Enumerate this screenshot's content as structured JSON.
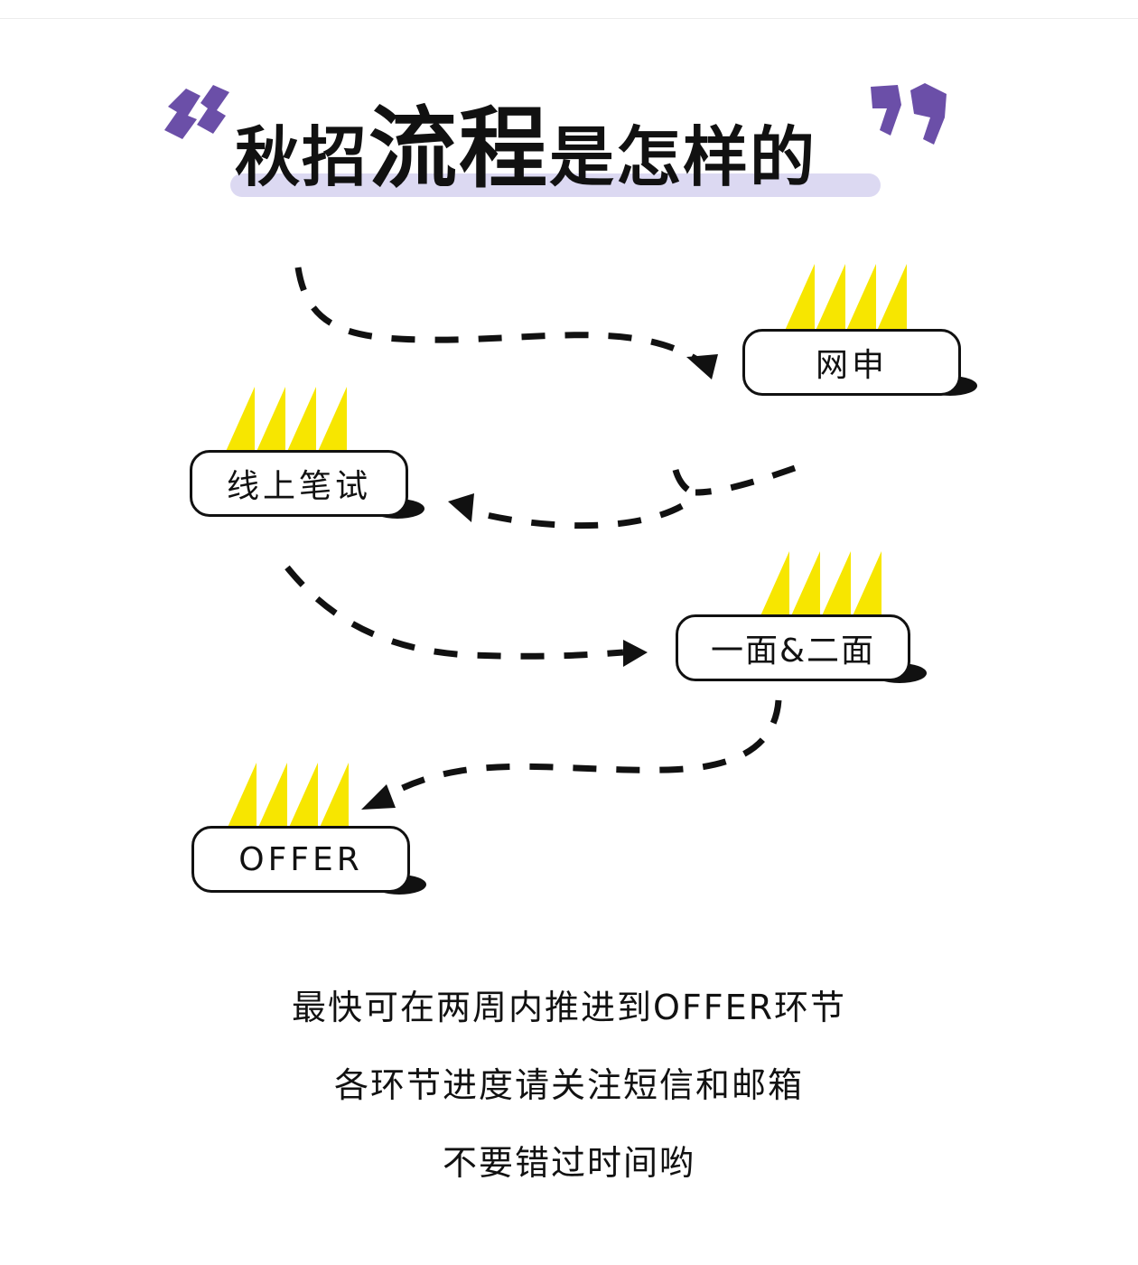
{
  "title": {
    "part1": "秋招",
    "part2": "流程",
    "part3": "是怎样的",
    "highlight_color": "#dcd9f2",
    "quote_color": "#6b4fa8"
  },
  "steps": [
    {
      "label": "网申"
    },
    {
      "label": "线上笔试"
    },
    {
      "label": "一面&二面"
    },
    {
      "label": "OFFER"
    }
  ],
  "colors": {
    "flame": "#f7e600",
    "ink": "#111111"
  },
  "notes": [
    "最快可在两周内推进到OFFER环节",
    "各环节进度请关注短信和邮箱",
    "不要错过时间哟"
  ]
}
